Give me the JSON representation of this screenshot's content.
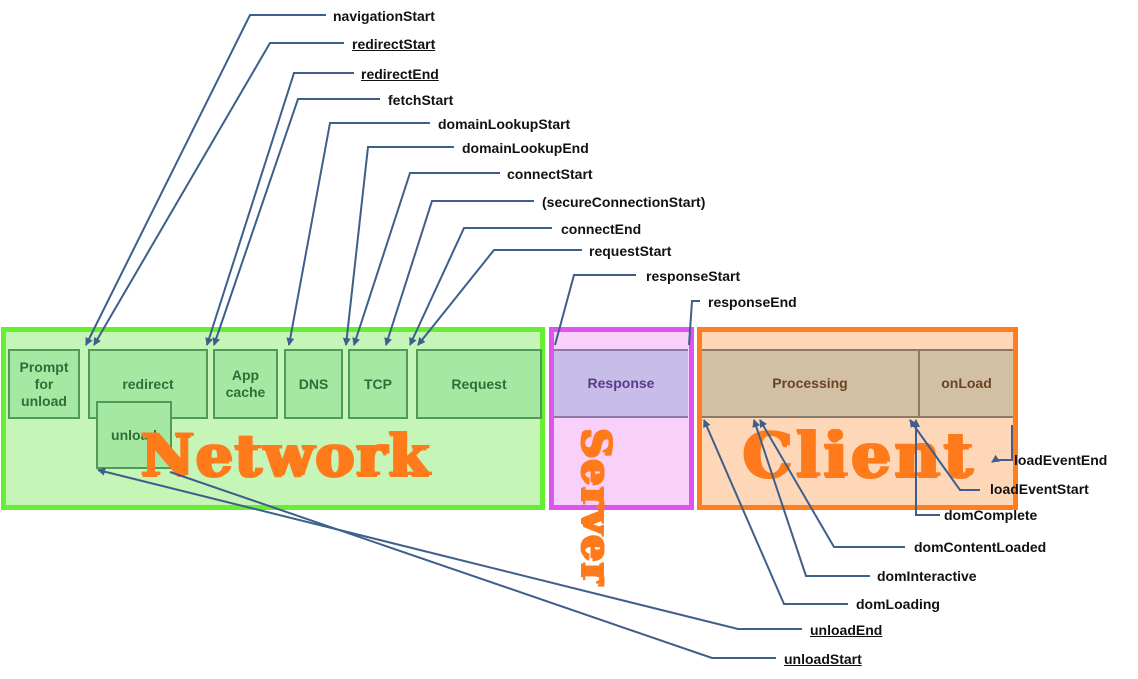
{
  "timeline": {
    "top_events": [
      {
        "label": "navigationStart",
        "underline": false
      },
      {
        "label": "redirectStart",
        "underline": true
      },
      {
        "label": "redirectEnd",
        "underline": true
      },
      {
        "label": "fetchStart",
        "underline": false
      },
      {
        "label": "domainLookupStart",
        "underline": false
      },
      {
        "label": "domainLookupEnd",
        "underline": false
      },
      {
        "label": "connectStart",
        "underline": false
      },
      {
        "label": "(secureConnectionStart)",
        "underline": false
      },
      {
        "label": "connectEnd",
        "underline": false
      },
      {
        "label": "requestStart",
        "underline": false
      },
      {
        "label": "responseStart",
        "underline": false
      },
      {
        "label": "responseEnd",
        "underline": false
      }
    ],
    "bottom_events": [
      {
        "label": "loadEventEnd",
        "underline": false
      },
      {
        "label": "loadEventStart",
        "underline": false
      },
      {
        "label": "domComplete",
        "underline": false
      },
      {
        "label": "domContentLoaded",
        "underline": false
      },
      {
        "label": "domInteractive",
        "underline": false
      },
      {
        "label": "domLoading",
        "underline": false
      },
      {
        "label": "unloadEnd",
        "underline": true
      },
      {
        "label": "unloadStart",
        "underline": true
      }
    ]
  },
  "phases": {
    "prompt_for_unload": "Prompt\nfor\nunload",
    "redirect": "redirect",
    "unload": "unload",
    "app_cache": "App\ncache",
    "dns": "DNS",
    "tcp": "TCP",
    "request": "Request",
    "response": "Response",
    "processing": "Processing",
    "onload": "onLoad"
  },
  "regions": {
    "network": "Network",
    "server": "Server",
    "client": "Client"
  },
  "colors": {
    "network_border": "#66ee33",
    "network_fill": "#c6f5b8",
    "server_border": "#dd55ee",
    "server_fill": "#f8d0fa",
    "client_border": "#ff7f1f",
    "client_fill": "#fdd7b7",
    "leader_line": "#3d5f8a",
    "region_text": "#ff7a1a"
  }
}
